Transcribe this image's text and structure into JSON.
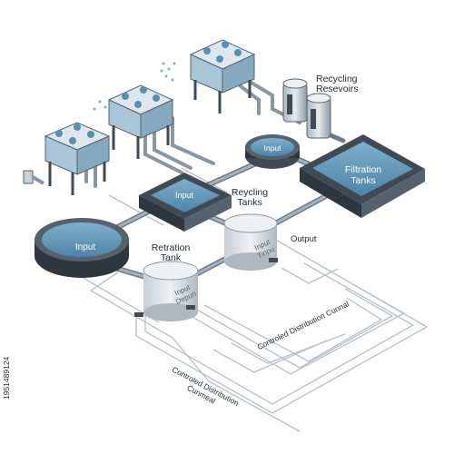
{
  "labels": {
    "recycling_reservoirs": "Recycling\nResevoirs",
    "filtration_tanks": "Filtration\nTanks",
    "input_top": "Input",
    "input_middle": "Input",
    "input_left": "Input",
    "recycling_tanks": "Reycling\nTanks",
    "output": "Output",
    "retration_tank": "Retration\nTank",
    "tank_right_text": "Input\nTinpu",
    "tank_left_text": "Input\nDepun",
    "channel_primary": "Controled Distribution Cunnal",
    "channel_secondary": "Controled Distribution\nCunmeal",
    "stock_id": "1951489124"
  },
  "icons": [
    "water-cooling-module-icon",
    "water-droplets-icon",
    "reservoir-canister-icon",
    "valve-icon",
    "cylindrical-tank-icon"
  ],
  "colors": {
    "water": "#5b8fb0",
    "water_light": "#7fb0cc",
    "steel_dark": "#3f4a55",
    "steel_mid": "#8c97a1",
    "steel_light": "#d6dce1",
    "module_blue": "#a9c6d8",
    "pipe": "#8a959f",
    "channel_line": "#b8c0c7"
  }
}
